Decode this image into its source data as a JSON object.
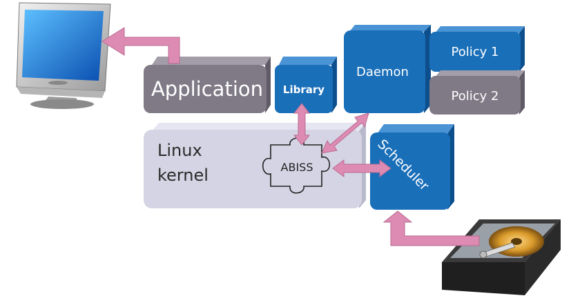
{
  "diagram": {
    "blocks": {
      "application": "Application",
      "library": "Library",
      "daemon": "Daemon",
      "policy1": "Policy 1",
      "policy2": "Policy 2",
      "kernel_line1": "Linux",
      "kernel_line2": "kernel",
      "abiss": "ABISS",
      "scheduler": "Scheduler"
    },
    "icons": {
      "monitor": "computer-monitor-icon",
      "disk": "hard-disk-icon"
    },
    "colors": {
      "blue": "#1a6fb9",
      "blue_dark": "#0c4f8c",
      "gray_block": "#7f7a86",
      "gray_block_dark": "#5f5a66",
      "kernel_fill": "#d6d6e6",
      "arrow_pink": "#dd8bb2",
      "arrow_pink_dark": "#b86a90"
    }
  }
}
